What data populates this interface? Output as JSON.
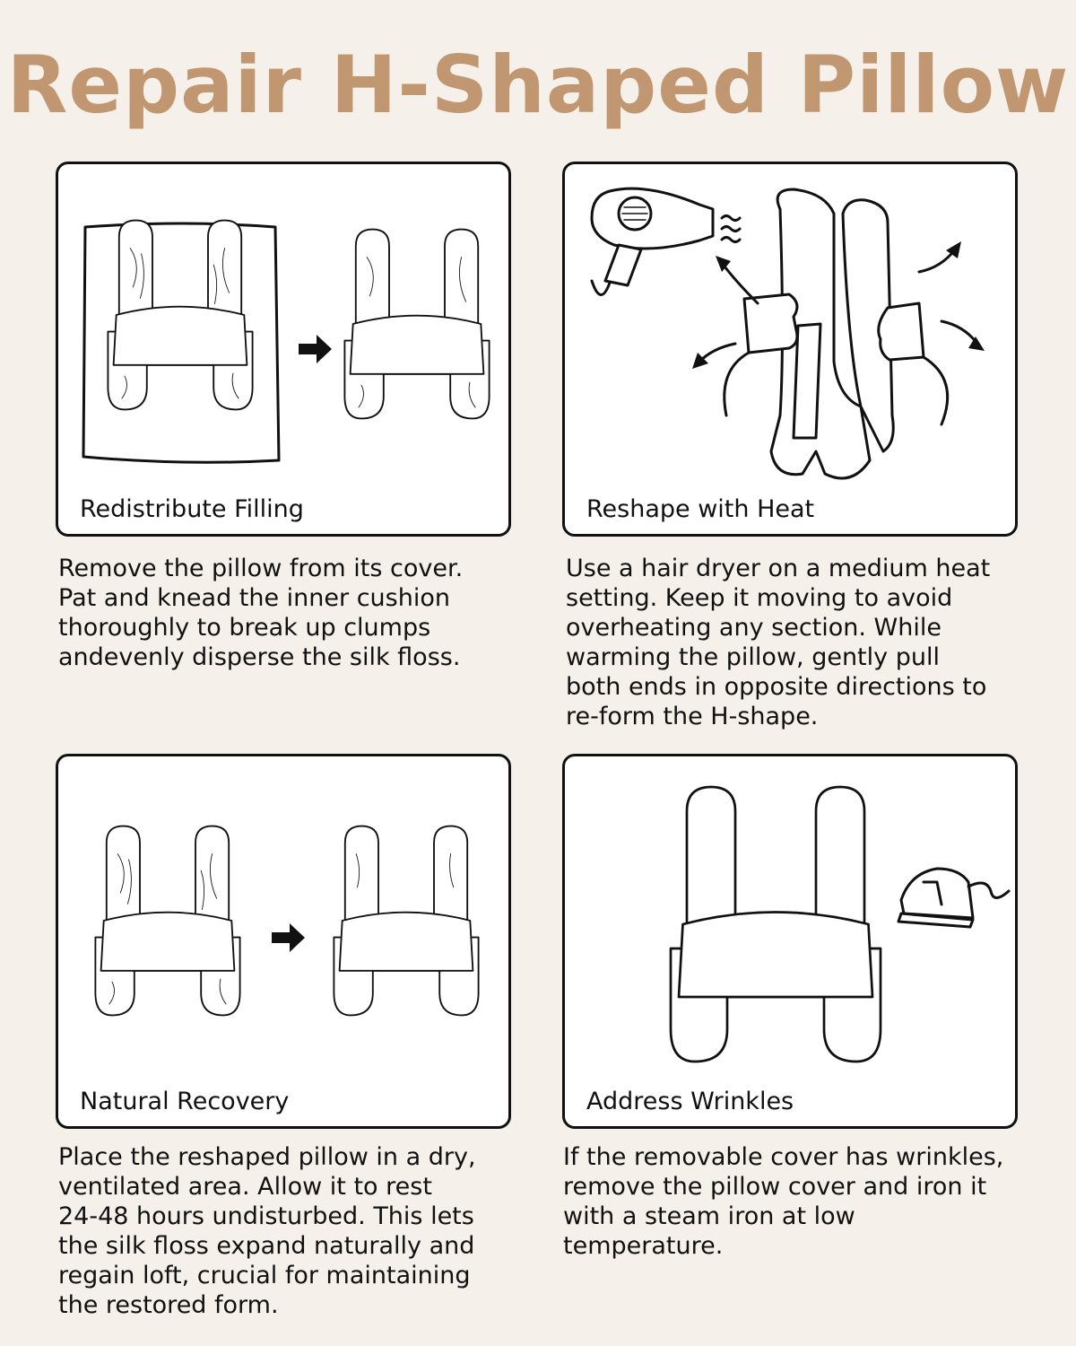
{
  "title": "Repair H-Shaped Pillow",
  "steps": [
    {
      "label": "Redistribute Filling",
      "lines": [
        "Remove the pillow from its cover.",
        "Pat and knead the inner cushion",
        "thoroughly to break up clumps",
        "andevenly disperse the silk floss."
      ],
      "icons": [
        "pillow-in-cover-icon",
        "arrow-right-icon",
        "h-pillow-icon"
      ]
    },
    {
      "label": "Reshape with Heat",
      "lines": [
        "Use a hair dryer on a medium heat",
        "setting. Keep it moving to avoid",
        "overheating any section. While",
        "warming the pillow, gently pull",
        "both ends in opposite directions to",
        "re-form the H-shape."
      ],
      "icons": [
        "hair-dryer-icon",
        "hands-pulling-pillow-icon",
        "curved-arrow-icon"
      ]
    },
    {
      "label": "Natural Recovery",
      "lines": [
        "Place the reshaped pillow in a dry,",
        "ventilated area. Allow it to rest",
        "24-48 hours undisturbed. This lets",
        "the silk floss expand naturally and",
        "regain loft, crucial for maintaining",
        "the restored form."
      ],
      "icons": [
        "wrinkled-pillow-icon",
        "arrow-right-icon",
        "smooth-pillow-icon"
      ]
    },
    {
      "label": "Address Wrinkles",
      "lines": [
        "If the removable cover has wrinkles,",
        "remove the pillow cover and iron it",
        "with a steam iron at low",
        "temperature."
      ],
      "icons": [
        "h-pillow-icon",
        "steam-iron-icon"
      ]
    }
  ]
}
